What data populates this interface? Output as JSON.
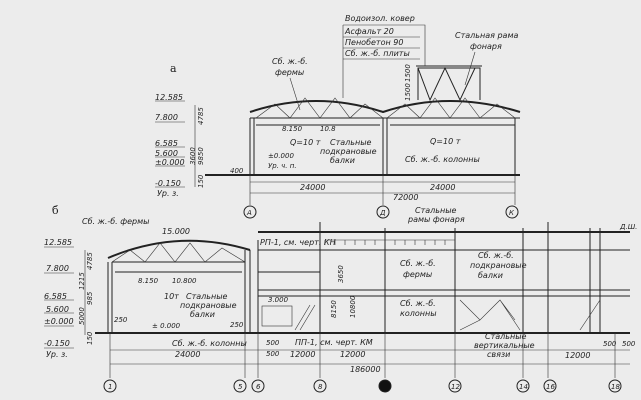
{
  "section_a": {
    "label": "а",
    "elevations": [
      "12.585",
      "7.800",
      "6.585",
      "5.600",
      "±0.000",
      "-0.150"
    ],
    "ground_level": "Ур. з.",
    "vertical_dims": [
      "1500",
      "1500",
      "4785",
      "3600",
      "9850",
      "150"
    ],
    "roof_layers": [
      "Водоизол. ковер",
      "Асфальт 20",
      "Пенобетон 90",
      "Сб. ж.-б. плиты"
    ],
    "lantern_frame": [
      "Стальная рама",
      "фонаря"
    ],
    "trusses": [
      "Сб. ж.-б.",
      "фермы"
    ],
    "crane_level": "8.150",
    "truss_level": "10.8",
    "crane_load_1": "Q=10 т",
    "crane_beams": [
      "Стальные",
      "подкрановые",
      "балки"
    ],
    "crane_load_2": "Q=10 т",
    "columns": "Сб. ж.-б. колонны",
    "floor_level": "±0.000",
    "floor_label": "Ур. ч. п.",
    "offset": "400",
    "spans": [
      "24000",
      "24000"
    ],
    "total": "72000",
    "axes": [
      "А",
      "Д",
      "К"
    ]
  },
  "section_b": {
    "label": "б",
    "trusses": "Сб. ж.-б. фермы",
    "top_level": "15.000",
    "elevations": [
      "12.585",
      "7.800",
      "6.585",
      "5.600",
      "±0.000",
      "-0.150"
    ],
    "ground_level": "Ур. з.",
    "vertical_dims": [
      "4785",
      "1215",
      "985",
      "5000",
      "150"
    ],
    "crane_level": "8.150",
    "truss_level": "10.800",
    "crane_load": "10т",
    "crane_beams": [
      "Стальные",
      "подкрановые",
      "балки"
    ],
    "offset_left": "250",
    "offset_right": "250",
    "floor_level": "± 0.000",
    "columns_left": "Сб. ж.-б. колонны",
    "span_left": "24000",
    "joint_dims": [
      "500",
      "500"
    ],
    "rp_note": "РП-1, см. черт. КН",
    "platform_level": "3.000",
    "pp_note": "ПП-1, см. черт. КМ",
    "spans_mid": [
      "12000",
      "12000"
    ],
    "total": "186000",
    "heights": [
      "3650",
      "8150",
      "10800"
    ],
    "lantern_frames": [
      "Стальные",
      "рамы фонаря"
    ],
    "trusses_right": [
      "Сб. ж.-б.",
      "фермы"
    ],
    "crane_beams_right": [
      "Сб. ж.-б.",
      "подкрановые",
      "балки"
    ],
    "columns_right": [
      "Сб. ж.-б.",
      "колонны"
    ],
    "bracing": [
      "Стальные",
      "вертикальные",
      "связи"
    ],
    "span_right": "12000",
    "end_dims": [
      "500",
      "500"
    ],
    "corner_note": "Д.Ш.",
    "axes": [
      "1",
      "5",
      "6",
      "8",
      "12",
      "14",
      "16",
      "18"
    ]
  }
}
